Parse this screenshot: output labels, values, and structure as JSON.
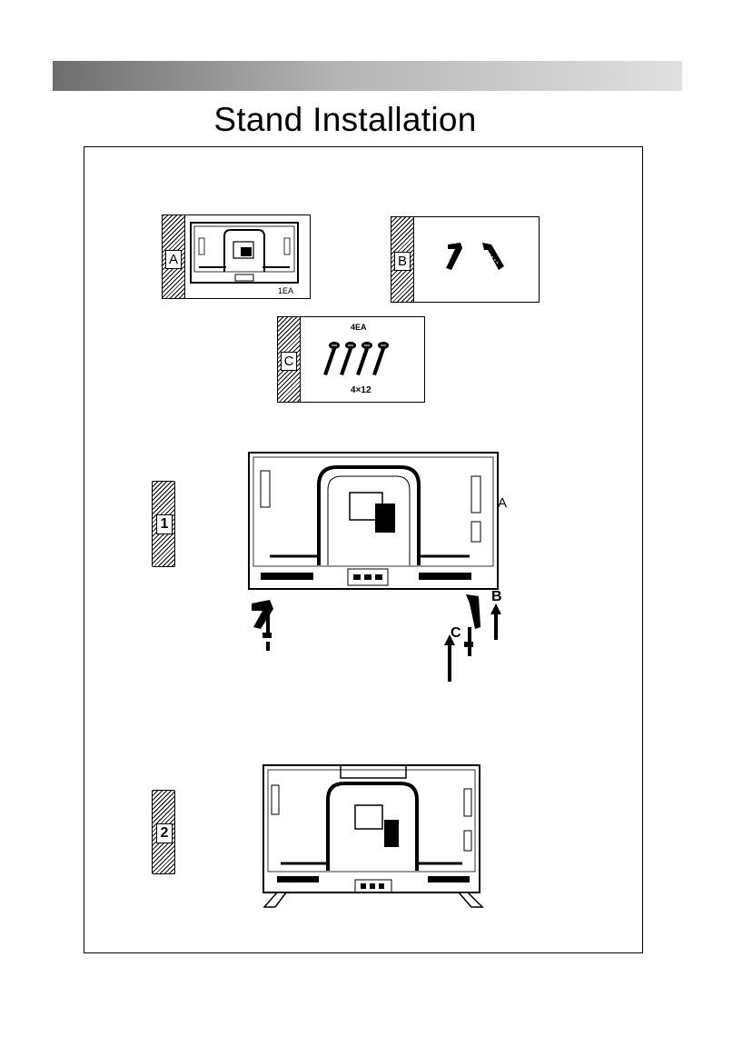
{
  "page": {
    "title": "Stand Installation"
  },
  "parts": {
    "a": {
      "letter": "A",
      "qty": "1EA"
    },
    "b": {
      "letter": "B"
    },
    "c": {
      "letter": "C",
      "qty": "4EA",
      "spec": "4×12"
    }
  },
  "steps": [
    {
      "number": "1",
      "callouts": {
        "a": "A",
        "b": "B",
        "c": "C"
      }
    },
    {
      "number": "2"
    }
  ]
}
